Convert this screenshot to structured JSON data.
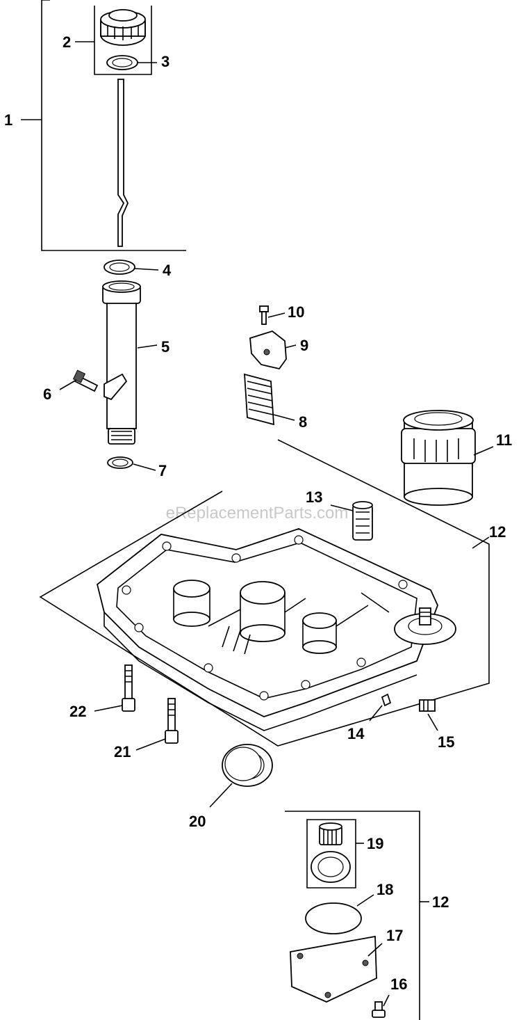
{
  "watermark": "eReplacementParts.com",
  "callouts": {
    "c1": "1",
    "c2": "2",
    "c3": "3",
    "c4": "4",
    "c5": "5",
    "c6": "6",
    "c7": "7",
    "c8": "8",
    "c9": "9",
    "c10": "10",
    "c11": "11",
    "c12a": "12",
    "c12b": "12",
    "c13": "13",
    "c14": "14",
    "c15": "15",
    "c16": "16",
    "c17": "17",
    "c18": "18",
    "c19": "19",
    "c20": "20",
    "c21": "21",
    "c22": "22"
  }
}
